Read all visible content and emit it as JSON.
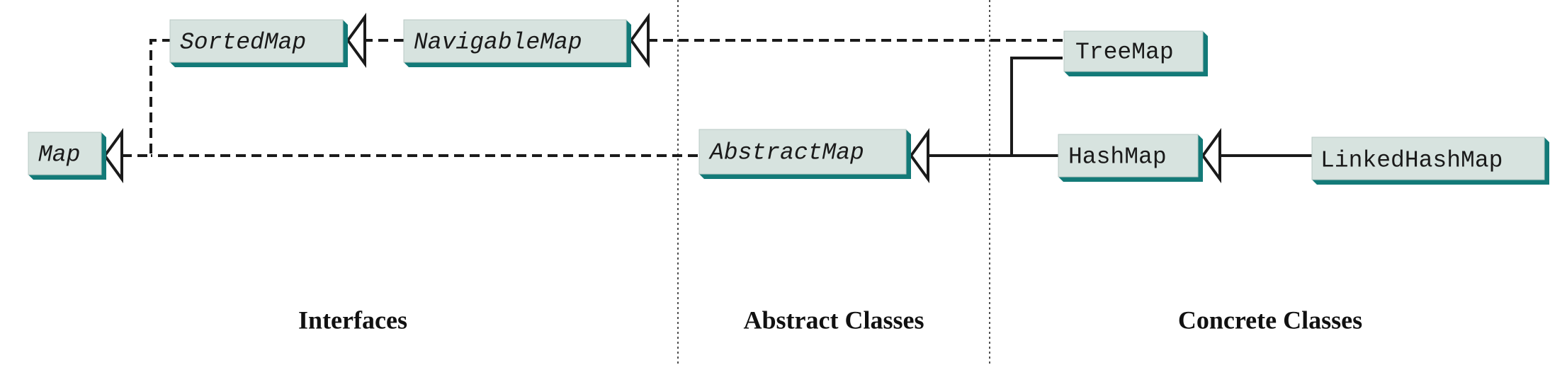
{
  "nodes": {
    "map": {
      "label": "Map"
    },
    "sorted_map": {
      "label": "SortedMap"
    },
    "navigable_map": {
      "label": "NavigableMap"
    },
    "abstract_map": {
      "label": "AbstractMap"
    },
    "tree_map": {
      "label": "TreeMap"
    },
    "hash_map": {
      "label": "HashMap"
    },
    "linked_hash_map": {
      "label": "LinkedHashMap"
    }
  },
  "sections": {
    "interfaces": "Interfaces",
    "abstract_classes": "Abstract Classes",
    "concrete_classes": "Concrete Classes"
  },
  "colors": {
    "box_fill": "#d7e3df",
    "box_shadow": "#137a78",
    "line": "#1a1a1a"
  }
}
